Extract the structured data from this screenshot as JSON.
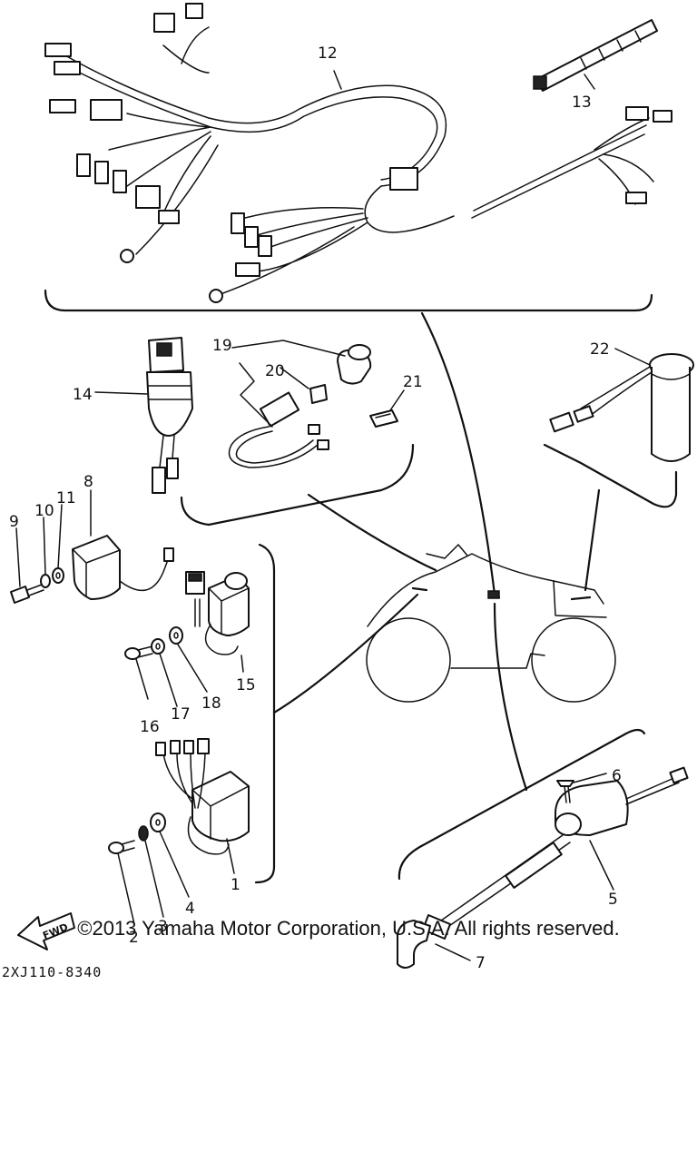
{
  "callouts": [
    {
      "id": "1",
      "label": "1"
    },
    {
      "id": "2",
      "label": "2"
    },
    {
      "id": "3",
      "label": "3"
    },
    {
      "id": "4",
      "label": "4"
    },
    {
      "id": "5",
      "label": "5"
    },
    {
      "id": "6",
      "label": "6"
    },
    {
      "id": "7",
      "label": "7"
    },
    {
      "id": "8",
      "label": "8"
    },
    {
      "id": "9",
      "label": "9"
    },
    {
      "id": "10",
      "label": "10"
    },
    {
      "id": "11",
      "label": "11"
    },
    {
      "id": "12",
      "label": "12"
    },
    {
      "id": "13",
      "label": "13"
    },
    {
      "id": "14",
      "label": "14"
    },
    {
      "id": "15",
      "label": "15"
    },
    {
      "id": "16",
      "label": "16"
    },
    {
      "id": "17",
      "label": "17"
    },
    {
      "id": "18",
      "label": "18"
    },
    {
      "id": "19",
      "label": "19"
    },
    {
      "id": "20",
      "label": "20"
    },
    {
      "id": "21",
      "label": "21"
    },
    {
      "id": "22",
      "label": "22"
    }
  ],
  "fwd_label": "FWD",
  "reference_code": "2XJ110-8340",
  "copyright": "©2013 Yamaha Motor Corporation, U.S.A. All rights reserved."
}
